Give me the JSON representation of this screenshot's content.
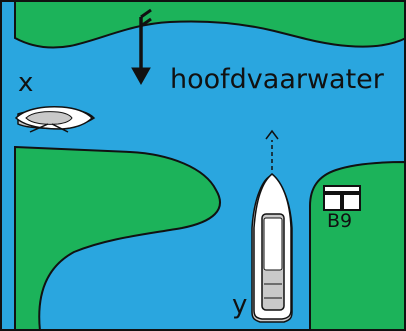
{
  "map": {
    "colors": {
      "water": "#2aa6df",
      "land": "#1cb35a",
      "outline": "#111111",
      "boat": "#ffffff",
      "boat_shadow": "#c9c9c9"
    },
    "labels": {
      "boat_x": "x",
      "main_channel": "hoofdvaarwater",
      "boat_y": "y",
      "sign_code": "B9"
    },
    "icons": {
      "flow_arrow": "wind-arrow-down-icon",
      "course_arrow": "dashed-arrow-up-icon",
      "traffic_sign": "b9-traffic-sign-icon"
    }
  }
}
